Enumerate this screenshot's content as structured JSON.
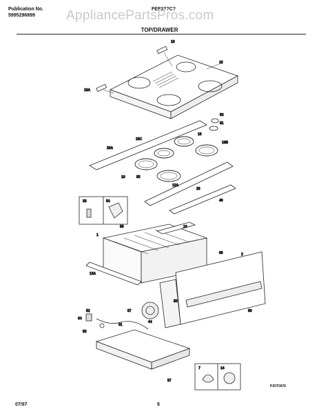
{
  "header": {
    "publication_label": "Publication No.",
    "publication_number": "5995296899",
    "model_partial": "FEF3??C?",
    "watermark": "AppliancePartsPros.com",
    "section_title": "TOP/DRAWER"
  },
  "footer": {
    "date": "07/97",
    "page_number": "6",
    "figure_code": "P20T0076"
  },
  "callouts": {
    "c18": "18",
    "c15": "15",
    "c18a": "18A",
    "c53": "53",
    "c51": "51",
    "c16": "16",
    "c18c": "18C",
    "c20a": "20A",
    "c18b": "18B",
    "c18_lower": "18",
    "c55": "55",
    "c12a": "12A",
    "c29": "29",
    "c49": "49",
    "c56": "56",
    "c54": "54",
    "c59": "59",
    "c13": "13",
    "c1": "1",
    "c60": "60",
    "c2": "2",
    "c13a": "13A",
    "c33": "33",
    "c50": "50",
    "c44": "44",
    "c52": "52",
    "c34": "34",
    "c31": "31",
    "c53_lower": "53",
    "c7": "7",
    "c14": "14",
    "c57": "57"
  }
}
